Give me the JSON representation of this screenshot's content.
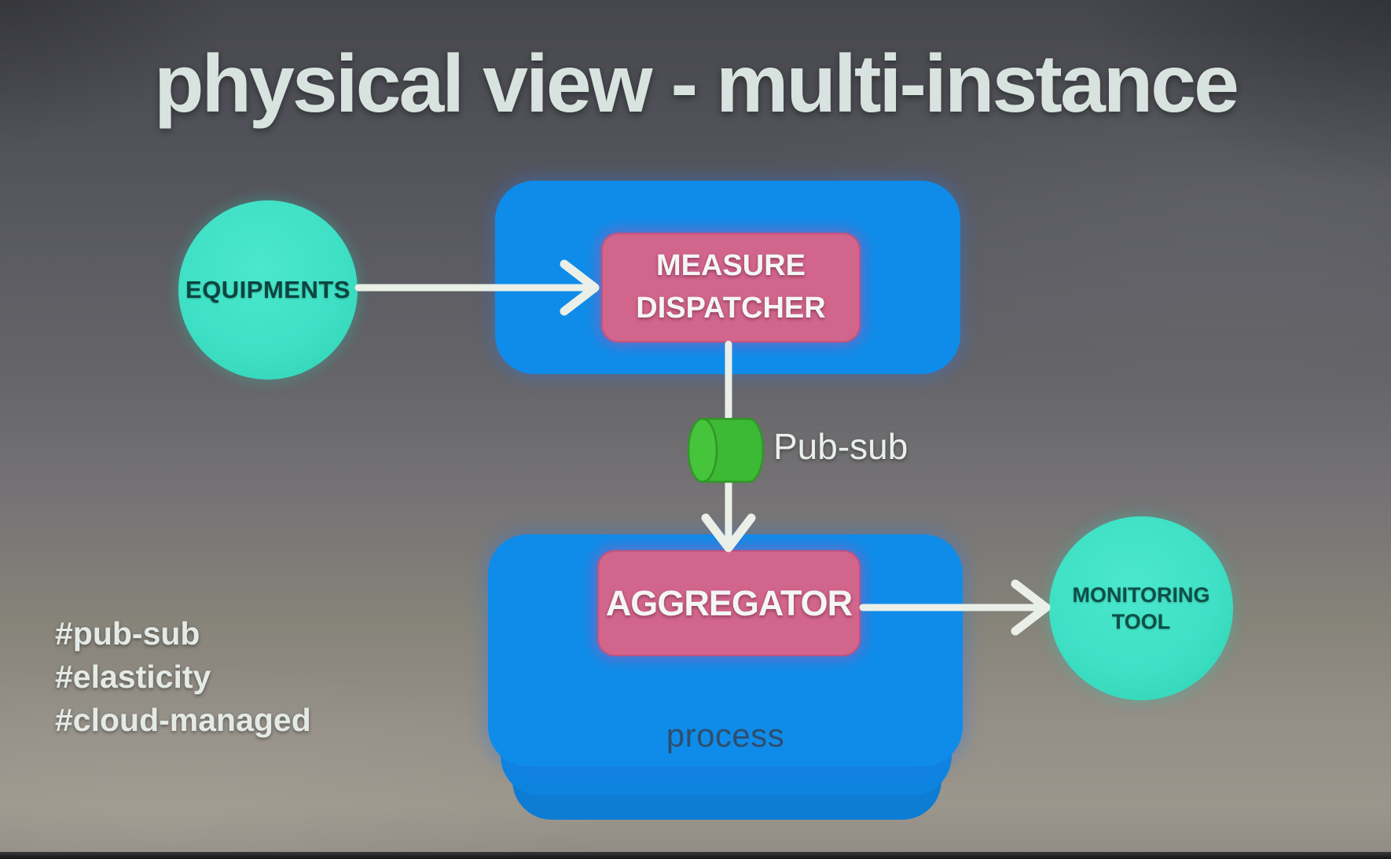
{
  "slide": {
    "title": "physical view - multi-instance",
    "hashtags": [
      "#pub-sub",
      "#elasticity",
      "#cloud-managed"
    ],
    "equipments": {
      "label": "EQUIPMENTS"
    },
    "dispatcher": {
      "line1": "MEASURE",
      "line2": "DISPATCHER"
    },
    "pubsub": {
      "label": "Pub-sub"
    },
    "aggregator": {
      "label": "AGGREGATOR",
      "process_label": "process"
    },
    "monitoring": {
      "line1": "MONITORING",
      "line2": "TOOL"
    },
    "colors": {
      "node_blue": "#0f8ce9",
      "node_pink": "#d2658c",
      "node_teal": "#3fe0c5",
      "queue_green": "#3cb935",
      "arrow_white": "#eaf0e8"
    }
  }
}
